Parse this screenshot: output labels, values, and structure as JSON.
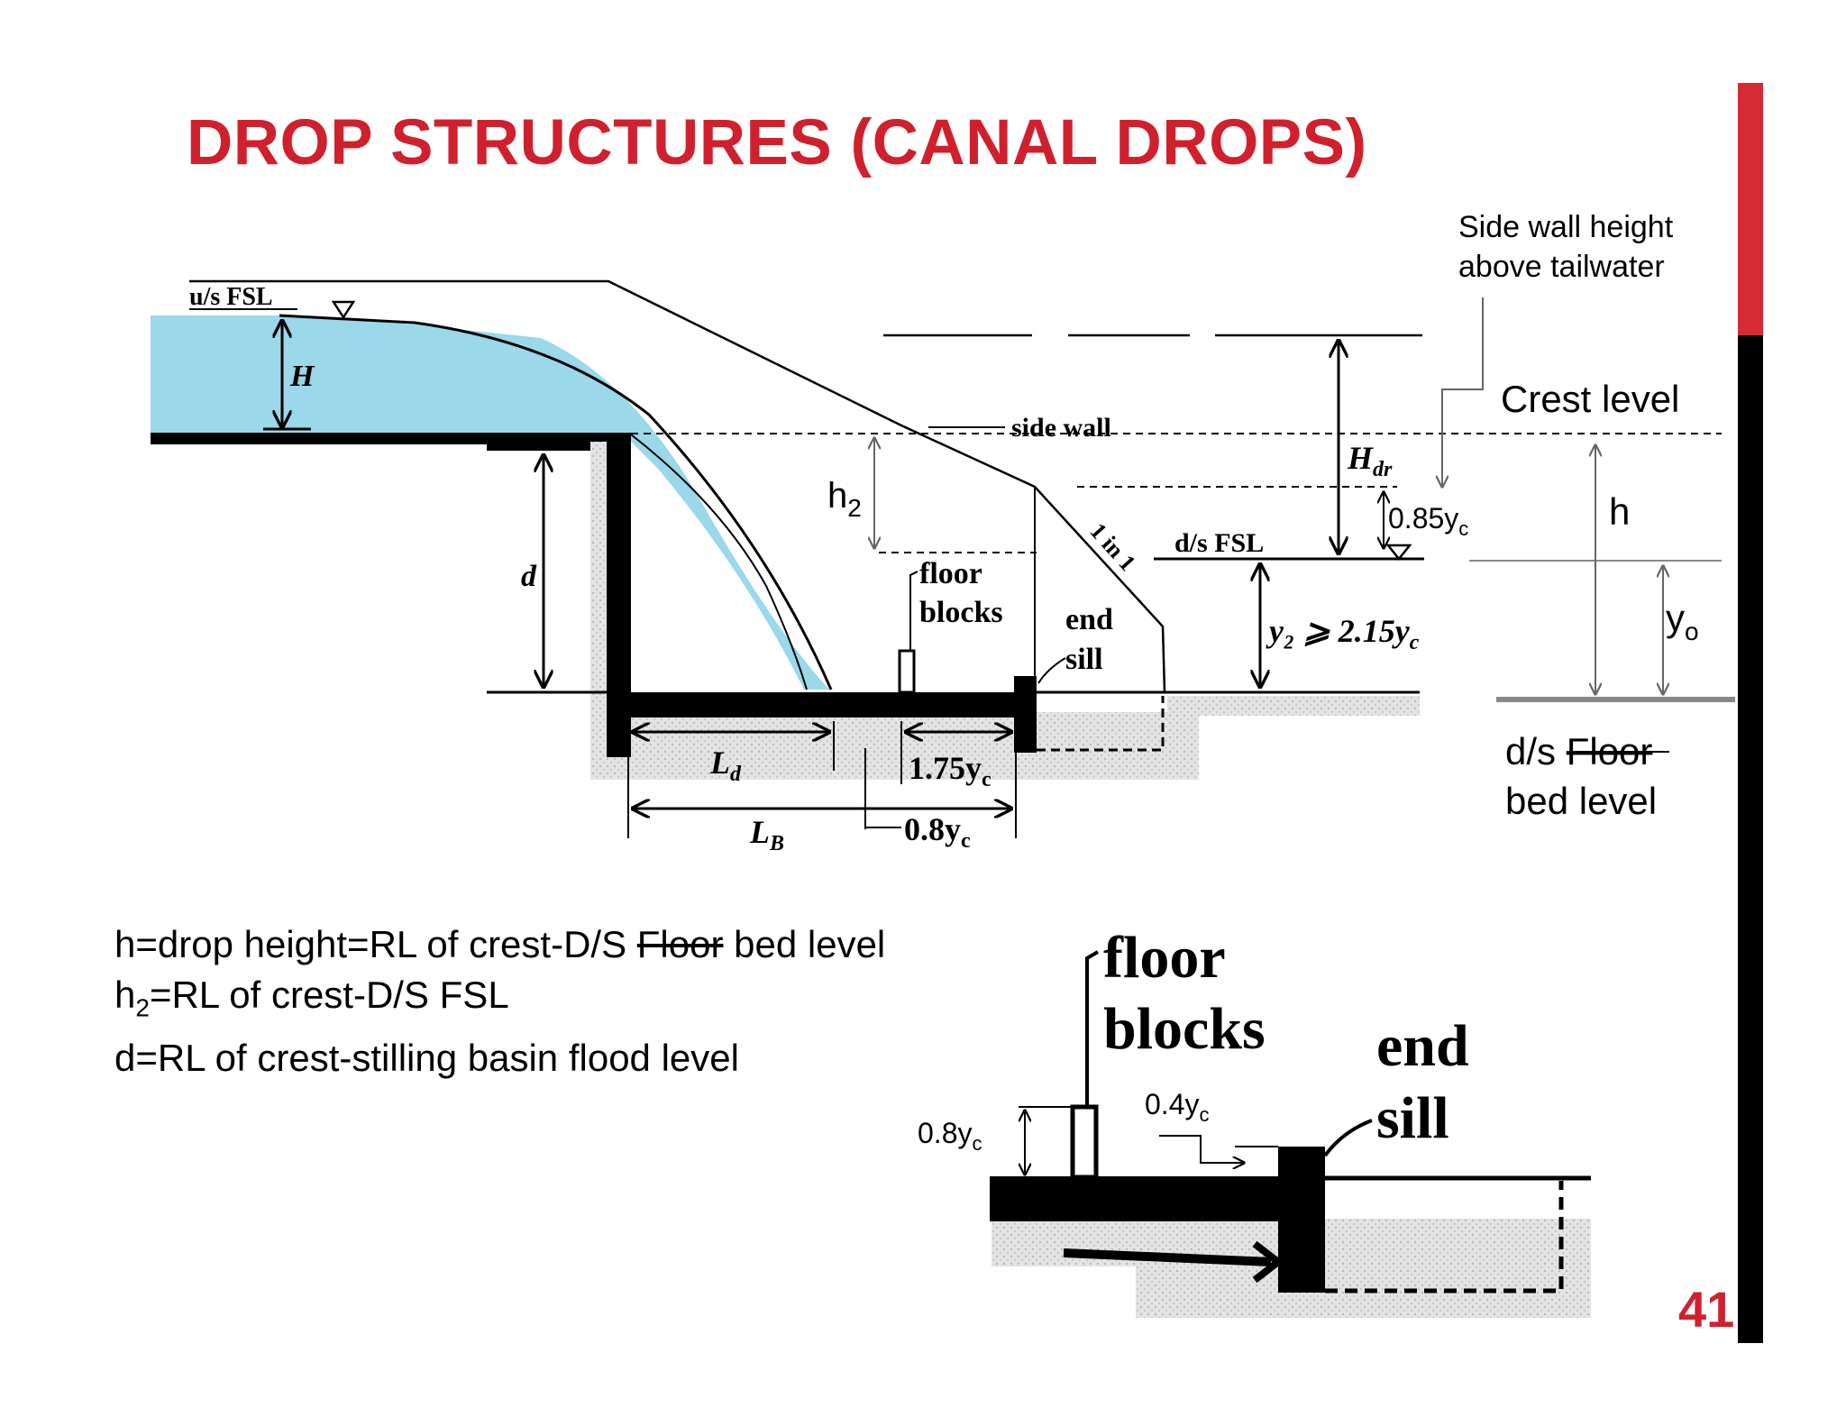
{
  "title": "DROP STRUCTURES (CANAL DROPS)",
  "page_number": "41",
  "colors": {
    "accent": "#d0202e",
    "water": "#9ad8ea"
  },
  "labels": {
    "us_fsl": "u/s FSL",
    "H": "H",
    "d": "d",
    "h2_main": "h",
    "h2_sub": "2",
    "side_wall": "side wall",
    "Hdr_main": "H",
    "Hdr_sub": "dr",
    "slope": "1 in 1",
    "ds_fsl": "d/s FSL",
    "floor_blocks_1": "floor",
    "floor_blocks_2": "blocks",
    "end_sill_1": "end",
    "end_sill_2": "sill",
    "y2_rule": "y₂ ⩾ 2.15y",
    "y2_rule_sub": "c",
    "Ld_main": "L",
    "Ld_sub": "d",
    "LB_main": "L",
    "LB_sub": "B",
    "dim_175": "1.75y",
    "dim_175_sub": "c",
    "dim_08": "0.8y",
    "dim_08_sub": "c",
    "dim_085": "0.85y",
    "dim_085_sub": "c",
    "side_wall_note_1": "Side wall height",
    "side_wall_note_2": "above tailwater",
    "crest_level": "Crest level",
    "h": "h",
    "yo_main": "y",
    "yo_sub": "o",
    "ds_bed_1_pre": "d/s ",
    "ds_bed_1_strike": "Floor",
    "ds_bed_2": "bed level",
    "zoom_floor": "floor",
    "zoom_blocks": "blocks",
    "zoom_end": "end",
    "zoom_sill": "sill",
    "zoom_08_main": "0.8y",
    "zoom_08_sub": "c",
    "zoom_04_main": "0.4y",
    "zoom_04_sub": "c"
  },
  "definitions": {
    "line1_pre": "h=drop height=RL of crest-D/S  ",
    "line1_strike": "Floor",
    "line1_post": " bed  level",
    "line2_a": "h",
    "line2_sub": "2",
    "line2_b": "=RL of crest-D/S FSL",
    "line3": "d=RL of crest-stilling basin flood level"
  }
}
